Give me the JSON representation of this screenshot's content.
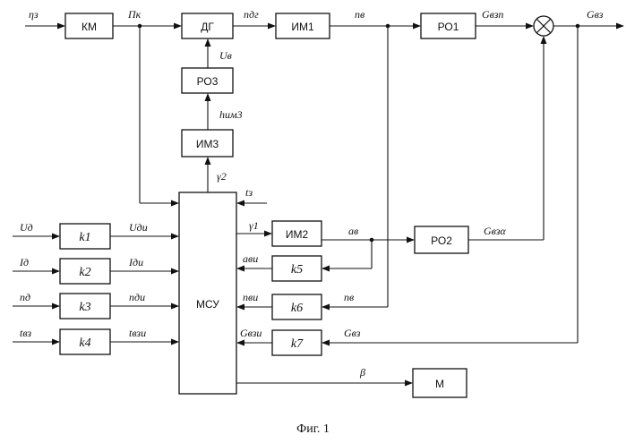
{
  "blocks": {
    "km": "КМ",
    "dg": "ДГ",
    "im1": "ИМ1",
    "ro1": "РО1",
    "ro3": "РО3",
    "im3": "ИМ3",
    "msu": "МСУ",
    "im2": "ИМ2",
    "ro2": "РО2",
    "k1": "k1",
    "k2": "k2",
    "k3": "k3",
    "k4": "k4",
    "k5": "k5",
    "k6": "k6",
    "k7": "k7",
    "m": "М"
  },
  "signals": {
    "eta": "ηз",
    "pk": "Пк",
    "n_dg": "nдг",
    "n_v_top": "nв",
    "g_vz_n": "Gвзn",
    "g_vz_out": "Gвз",
    "u_v": "Uв",
    "h_im3": "hим3",
    "gamma2": "γ2",
    "t_z": "tз",
    "gamma1": "γ1",
    "a_v": "aв",
    "g_vz_alpha": "Gвзα",
    "u_d": "Uд",
    "u_d_i": "Uди",
    "i_d": "Iд",
    "i_d_i": "Iди",
    "n_d": "nд",
    "n_d_i": "nди",
    "t_vz": "tвз",
    "t_vz_i": "tвзи",
    "a_v_i": "aви",
    "n_v_i": "nви",
    "n_v_fb": "nв",
    "g_vz_i": "Gвзи",
    "g_vz_fb": "Gвз",
    "beta": "β"
  },
  "caption": "Фиг. 1"
}
